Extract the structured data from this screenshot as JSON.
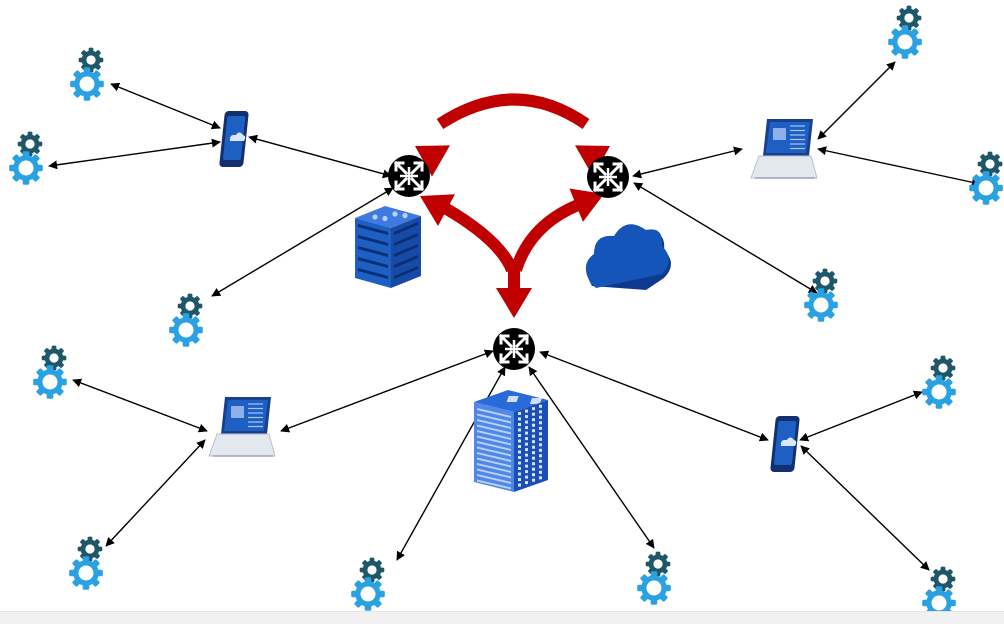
{
  "diagram": {
    "colors": {
      "background": "#ffffff",
      "connector": "#000000",
      "backbone_arrow": "#c00000",
      "router_body": "#000000",
      "router_arrows": "#ffffff",
      "gear_dark": "#1d5768",
      "gear_light": "#2aa1e3",
      "device_blue": "#1e5fc4",
      "device_light": "#c7d8f3",
      "cloud_blue": "#1554b8"
    },
    "nodes": [
      {
        "id": "router-left",
        "kind": "router",
        "icon": "router-icon"
      },
      {
        "id": "router-right",
        "kind": "router",
        "icon": "router-icon"
      },
      {
        "id": "router-bottom",
        "kind": "router",
        "icon": "router-icon"
      },
      {
        "id": "server-rack",
        "kind": "server",
        "icon": "server-rack-icon"
      },
      {
        "id": "cloud",
        "kind": "cloud",
        "icon": "cloud-icon"
      },
      {
        "id": "office-building",
        "kind": "building",
        "icon": "office-building-icon"
      },
      {
        "id": "phone-top-left",
        "kind": "phone",
        "icon": "smartphone-icon"
      },
      {
        "id": "laptop-top-right",
        "kind": "laptop",
        "icon": "laptop-icon"
      },
      {
        "id": "laptop-bottom-left",
        "kind": "laptop",
        "icon": "laptop-icon"
      },
      {
        "id": "phone-bottom-right",
        "kind": "phone",
        "icon": "smartphone-icon"
      },
      {
        "id": "gear-1",
        "kind": "process",
        "icon": "gears-icon"
      },
      {
        "id": "gear-2",
        "kind": "process",
        "icon": "gears-icon"
      },
      {
        "id": "gear-3",
        "kind": "process",
        "icon": "gears-icon"
      },
      {
        "id": "gear-4",
        "kind": "process",
        "icon": "gears-icon"
      },
      {
        "id": "gear-5",
        "kind": "process",
        "icon": "gears-icon"
      },
      {
        "id": "gear-6",
        "kind": "process",
        "icon": "gears-icon"
      },
      {
        "id": "gear-7",
        "kind": "process",
        "icon": "gears-icon"
      },
      {
        "id": "gear-8",
        "kind": "process",
        "icon": "gears-icon"
      },
      {
        "id": "gear-9",
        "kind": "process",
        "icon": "gears-icon"
      },
      {
        "id": "gear-10",
        "kind": "process",
        "icon": "gears-icon"
      },
      {
        "id": "gear-11",
        "kind": "process",
        "icon": "gears-icon"
      },
      {
        "id": "gear-12",
        "kind": "process",
        "icon": "gears-icon"
      },
      {
        "id": "gear-13",
        "kind": "process",
        "icon": "gears-icon"
      },
      {
        "id": "gear-14",
        "kind": "process",
        "icon": "gears-icon"
      },
      {
        "id": "gear-15",
        "kind": "process",
        "icon": "gears-icon"
      }
    ],
    "edges": [
      {
        "from": "phone-top-left",
        "to": "gear-1",
        "style": "double-arrow"
      },
      {
        "from": "phone-top-left",
        "to": "gear-2",
        "style": "double-arrow"
      },
      {
        "from": "phone-top-left",
        "to": "router-left",
        "style": "double-arrow"
      },
      {
        "from": "router-left",
        "to": "gear-3",
        "style": "double-arrow"
      },
      {
        "from": "laptop-top-right",
        "to": "gear-4",
        "style": "double-arrow"
      },
      {
        "from": "laptop-top-right",
        "to": "gear-5",
        "style": "double-arrow"
      },
      {
        "from": "laptop-top-right",
        "to": "router-right",
        "style": "double-arrow"
      },
      {
        "from": "router-right",
        "to": "gear-6",
        "style": "double-arrow"
      },
      {
        "from": "laptop-bottom-left",
        "to": "gear-7",
        "style": "double-arrow"
      },
      {
        "from": "laptop-bottom-left",
        "to": "gear-8",
        "style": "double-arrow"
      },
      {
        "from": "laptop-bottom-left",
        "to": "router-bottom",
        "style": "double-arrow"
      },
      {
        "from": "router-bottom",
        "to": "gear-9",
        "style": "double-arrow"
      },
      {
        "from": "router-bottom",
        "to": "gear-10",
        "style": "double-arrow"
      },
      {
        "from": "router-bottom",
        "to": "phone-bottom-right",
        "style": "double-arrow"
      },
      {
        "from": "phone-bottom-right",
        "to": "gear-11",
        "style": "double-arrow"
      },
      {
        "from": "phone-bottom-right",
        "to": "gear-12",
        "style": "double-arrow"
      },
      {
        "from": "router-left",
        "to": "router-right",
        "style": "backbone"
      },
      {
        "from": "router-left",
        "to": "router-bottom",
        "style": "backbone"
      },
      {
        "from": "router-right",
        "to": "router-bottom",
        "style": "backbone"
      }
    ]
  }
}
